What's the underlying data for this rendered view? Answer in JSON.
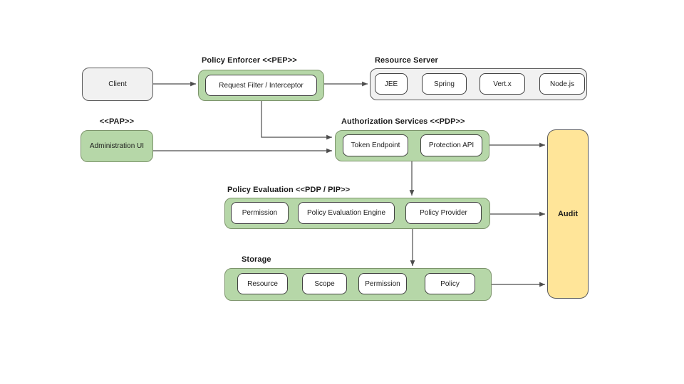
{
  "page": {
    "background": "#ffffff"
  },
  "colors": {
    "green_fill": "#b6d7a8",
    "green_border": "#7d946c",
    "gray_fill": "#f1f1f1",
    "gray_border": "#595959",
    "white_fill": "#ffffff",
    "white_border": "#404040",
    "yellow_fill": "#ffe599",
    "yellow_border": "#595959",
    "arrow_color": "#4d4d4d",
    "text_color": "#1c1c1c"
  },
  "nodes": {
    "client": {
      "label": "Client"
    },
    "policy_enforcer": {
      "title": "Policy Enforcer <<PEP>>",
      "children": [
        "Request Filter / Interceptor"
      ]
    },
    "resource_server": {
      "title": "Resource Server",
      "children": [
        "JEE",
        "Spring",
        "Vert.x",
        "Node.js"
      ]
    },
    "pap": {
      "title": "<<PAP>>",
      "label": "Administration UI"
    },
    "authorization_services": {
      "title": "Authorization Services <<PDP>>",
      "children": [
        "Token Endpoint",
        "Protection API"
      ]
    },
    "policy_evaluation": {
      "title": "Policy Evaluation <<PDP / PIP>>",
      "children": [
        "Permission",
        "Policy Evaluation Engine",
        "Policy Provider"
      ]
    },
    "storage": {
      "title": "Storage",
      "children": [
        "Resource",
        "Scope",
        "Permission",
        "Policy"
      ]
    },
    "audit": {
      "label": "Audit"
    }
  },
  "connections": [
    {
      "from": "client",
      "to": "policy_enforcer"
    },
    {
      "from": "policy_enforcer",
      "to": "resource_server"
    },
    {
      "from": "policy_enforcer",
      "to": "authorization_services"
    },
    {
      "from": "pap",
      "to": "authorization_services"
    },
    {
      "from": "authorization_services",
      "to": "policy_evaluation"
    },
    {
      "from": "policy_evaluation",
      "to": "storage"
    },
    {
      "from": "authorization_services",
      "to": "audit"
    },
    {
      "from": "policy_evaluation",
      "to": "audit"
    },
    {
      "from": "storage",
      "to": "audit"
    }
  ]
}
